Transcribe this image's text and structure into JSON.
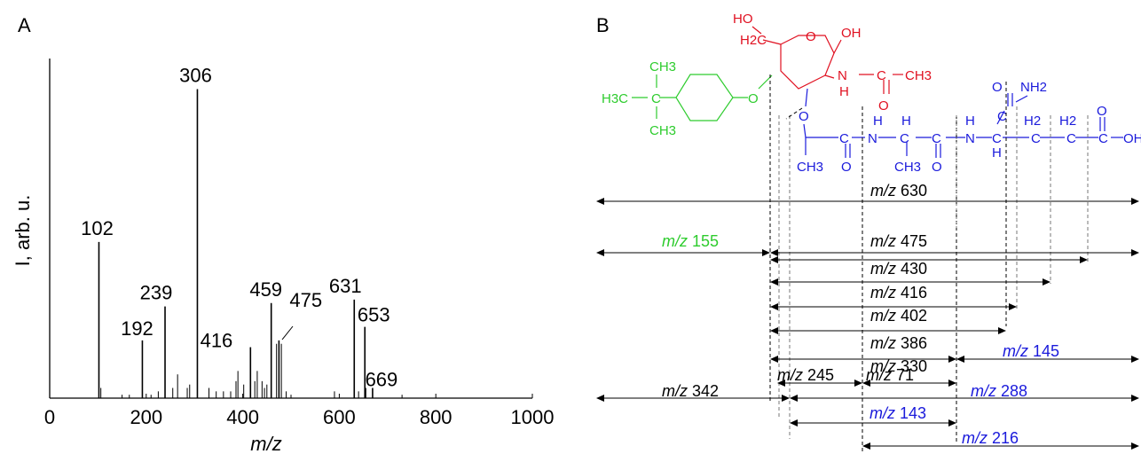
{
  "panel_a": {
    "label": "A",
    "ylabel": "I, arb. u.",
    "xlabel": "m/z"
  },
  "panel_b": {
    "label": "B",
    "colors": {
      "tert_butylcyclohexyl": "#2ecc2e",
      "sugar": "#e01020",
      "peptide": "#1a1adb",
      "black": "#000000"
    },
    "structure": {
      "sugar": [
        "HO",
        "H2C",
        "O",
        "OH",
        "N",
        "C",
        "CH3",
        "H",
        "O"
      ],
      "tbch": [
        "CH3",
        "H3C",
        "C",
        "CH3",
        "O"
      ],
      "linker": [
        "O",
        "C",
        "CH3",
        "O"
      ],
      "peptide": [
        "H",
        "N",
        "C",
        "H",
        "C",
        "CH3",
        "O",
        "H",
        "N",
        "C",
        "H",
        "H2",
        "C",
        "H2",
        "C",
        "O",
        "C",
        "OH",
        "O",
        "C",
        "NH2"
      ]
    },
    "fragments": [
      {
        "prefix": "m/z",
        "value": "630",
        "color": "black"
      },
      {
        "prefix": "m/z",
        "value": "155",
        "color": "green"
      },
      {
        "prefix": "m/z",
        "value": "475",
        "color": "black"
      },
      {
        "prefix": "m/z",
        "value": "430",
        "color": "black"
      },
      {
        "prefix": "m/z",
        "value": "416",
        "color": "black"
      },
      {
        "prefix": "m/z",
        "value": "402",
        "color": "black"
      },
      {
        "prefix": "m/z",
        "value": "386",
        "color": "black"
      },
      {
        "prefix": "m/z",
        "value": "330",
        "color": "black"
      },
      {
        "prefix": "m/z",
        "value": "145",
        "color": "blue"
      },
      {
        "prefix": "m/z",
        "value": "245",
        "color": "black"
      },
      {
        "prefix": "m/z",
        "value": "71",
        "color": "black"
      },
      {
        "prefix": "m/z",
        "value": "342",
        "color": "black"
      },
      {
        "prefix": "m/z",
        "value": "288",
        "color": "blue"
      },
      {
        "prefix": "m/z",
        "value": "143",
        "color": "blue"
      },
      {
        "prefix": "m/z",
        "value": "216",
        "color": "blue"
      }
    ]
  },
  "chart_data": {
    "type": "bar",
    "title": "",
    "xlabel": "m/z",
    "ylabel": "I, arb. u.",
    "xlim": [
      0,
      1000
    ],
    "ylim": [
      0,
      100
    ],
    "xticks": [
      0,
      200,
      400,
      600,
      800,
      1000
    ],
    "grid": false,
    "peaks": [
      {
        "mz": 102,
        "intensity": 46,
        "label": "102"
      },
      {
        "mz": 192,
        "intensity": 17,
        "label": "192"
      },
      {
        "mz": 239,
        "intensity": 27,
        "label": "239"
      },
      {
        "mz": 306,
        "intensity": 91,
        "label": "306"
      },
      {
        "mz": 416,
        "intensity": 15,
        "label": "416"
      },
      {
        "mz": 459,
        "intensity": 28,
        "label": "459"
      },
      {
        "mz": 475,
        "intensity": 17,
        "label": "475"
      },
      {
        "mz": 631,
        "intensity": 29,
        "label": "631"
      },
      {
        "mz": 653,
        "intensity": 21,
        "label": "653"
      },
      {
        "mz": 669,
        "intensity": 3,
        "label": "669"
      },
      {
        "mz": 106,
        "intensity": 3
      },
      {
        "mz": 150,
        "intensity": 1
      },
      {
        "mz": 165,
        "intensity": 1
      },
      {
        "mz": 210,
        "intensity": 1
      },
      {
        "mz": 225,
        "intensity": 2
      },
      {
        "mz": 255,
        "intensity": 3
      },
      {
        "mz": 265,
        "intensity": 7
      },
      {
        "mz": 285,
        "intensity": 3
      },
      {
        "mz": 290,
        "intensity": 4
      },
      {
        "mz": 330,
        "intensity": 3
      },
      {
        "mz": 345,
        "intensity": 2
      },
      {
        "mz": 360,
        "intensity": 2
      },
      {
        "mz": 375,
        "intensity": 2
      },
      {
        "mz": 386,
        "intensity": 5
      },
      {
        "mz": 390,
        "intensity": 8
      },
      {
        "mz": 402,
        "intensity": 4
      },
      {
        "mz": 425,
        "intensity": 5
      },
      {
        "mz": 430,
        "intensity": 8
      },
      {
        "mz": 440,
        "intensity": 5
      },
      {
        "mz": 445,
        "intensity": 3
      },
      {
        "mz": 450,
        "intensity": 4
      },
      {
        "mz": 470,
        "intensity": 16
      },
      {
        "mz": 480,
        "intensity": 16
      },
      {
        "mz": 490,
        "intensity": 2
      },
      {
        "mz": 500,
        "intensity": 1
      },
      {
        "mz": 590,
        "intensity": 2
      },
      {
        "mz": 640,
        "intensity": 2
      },
      {
        "mz": 655,
        "intensity": 3
      },
      {
        "mz": 730,
        "intensity": 1
      }
    ]
  }
}
